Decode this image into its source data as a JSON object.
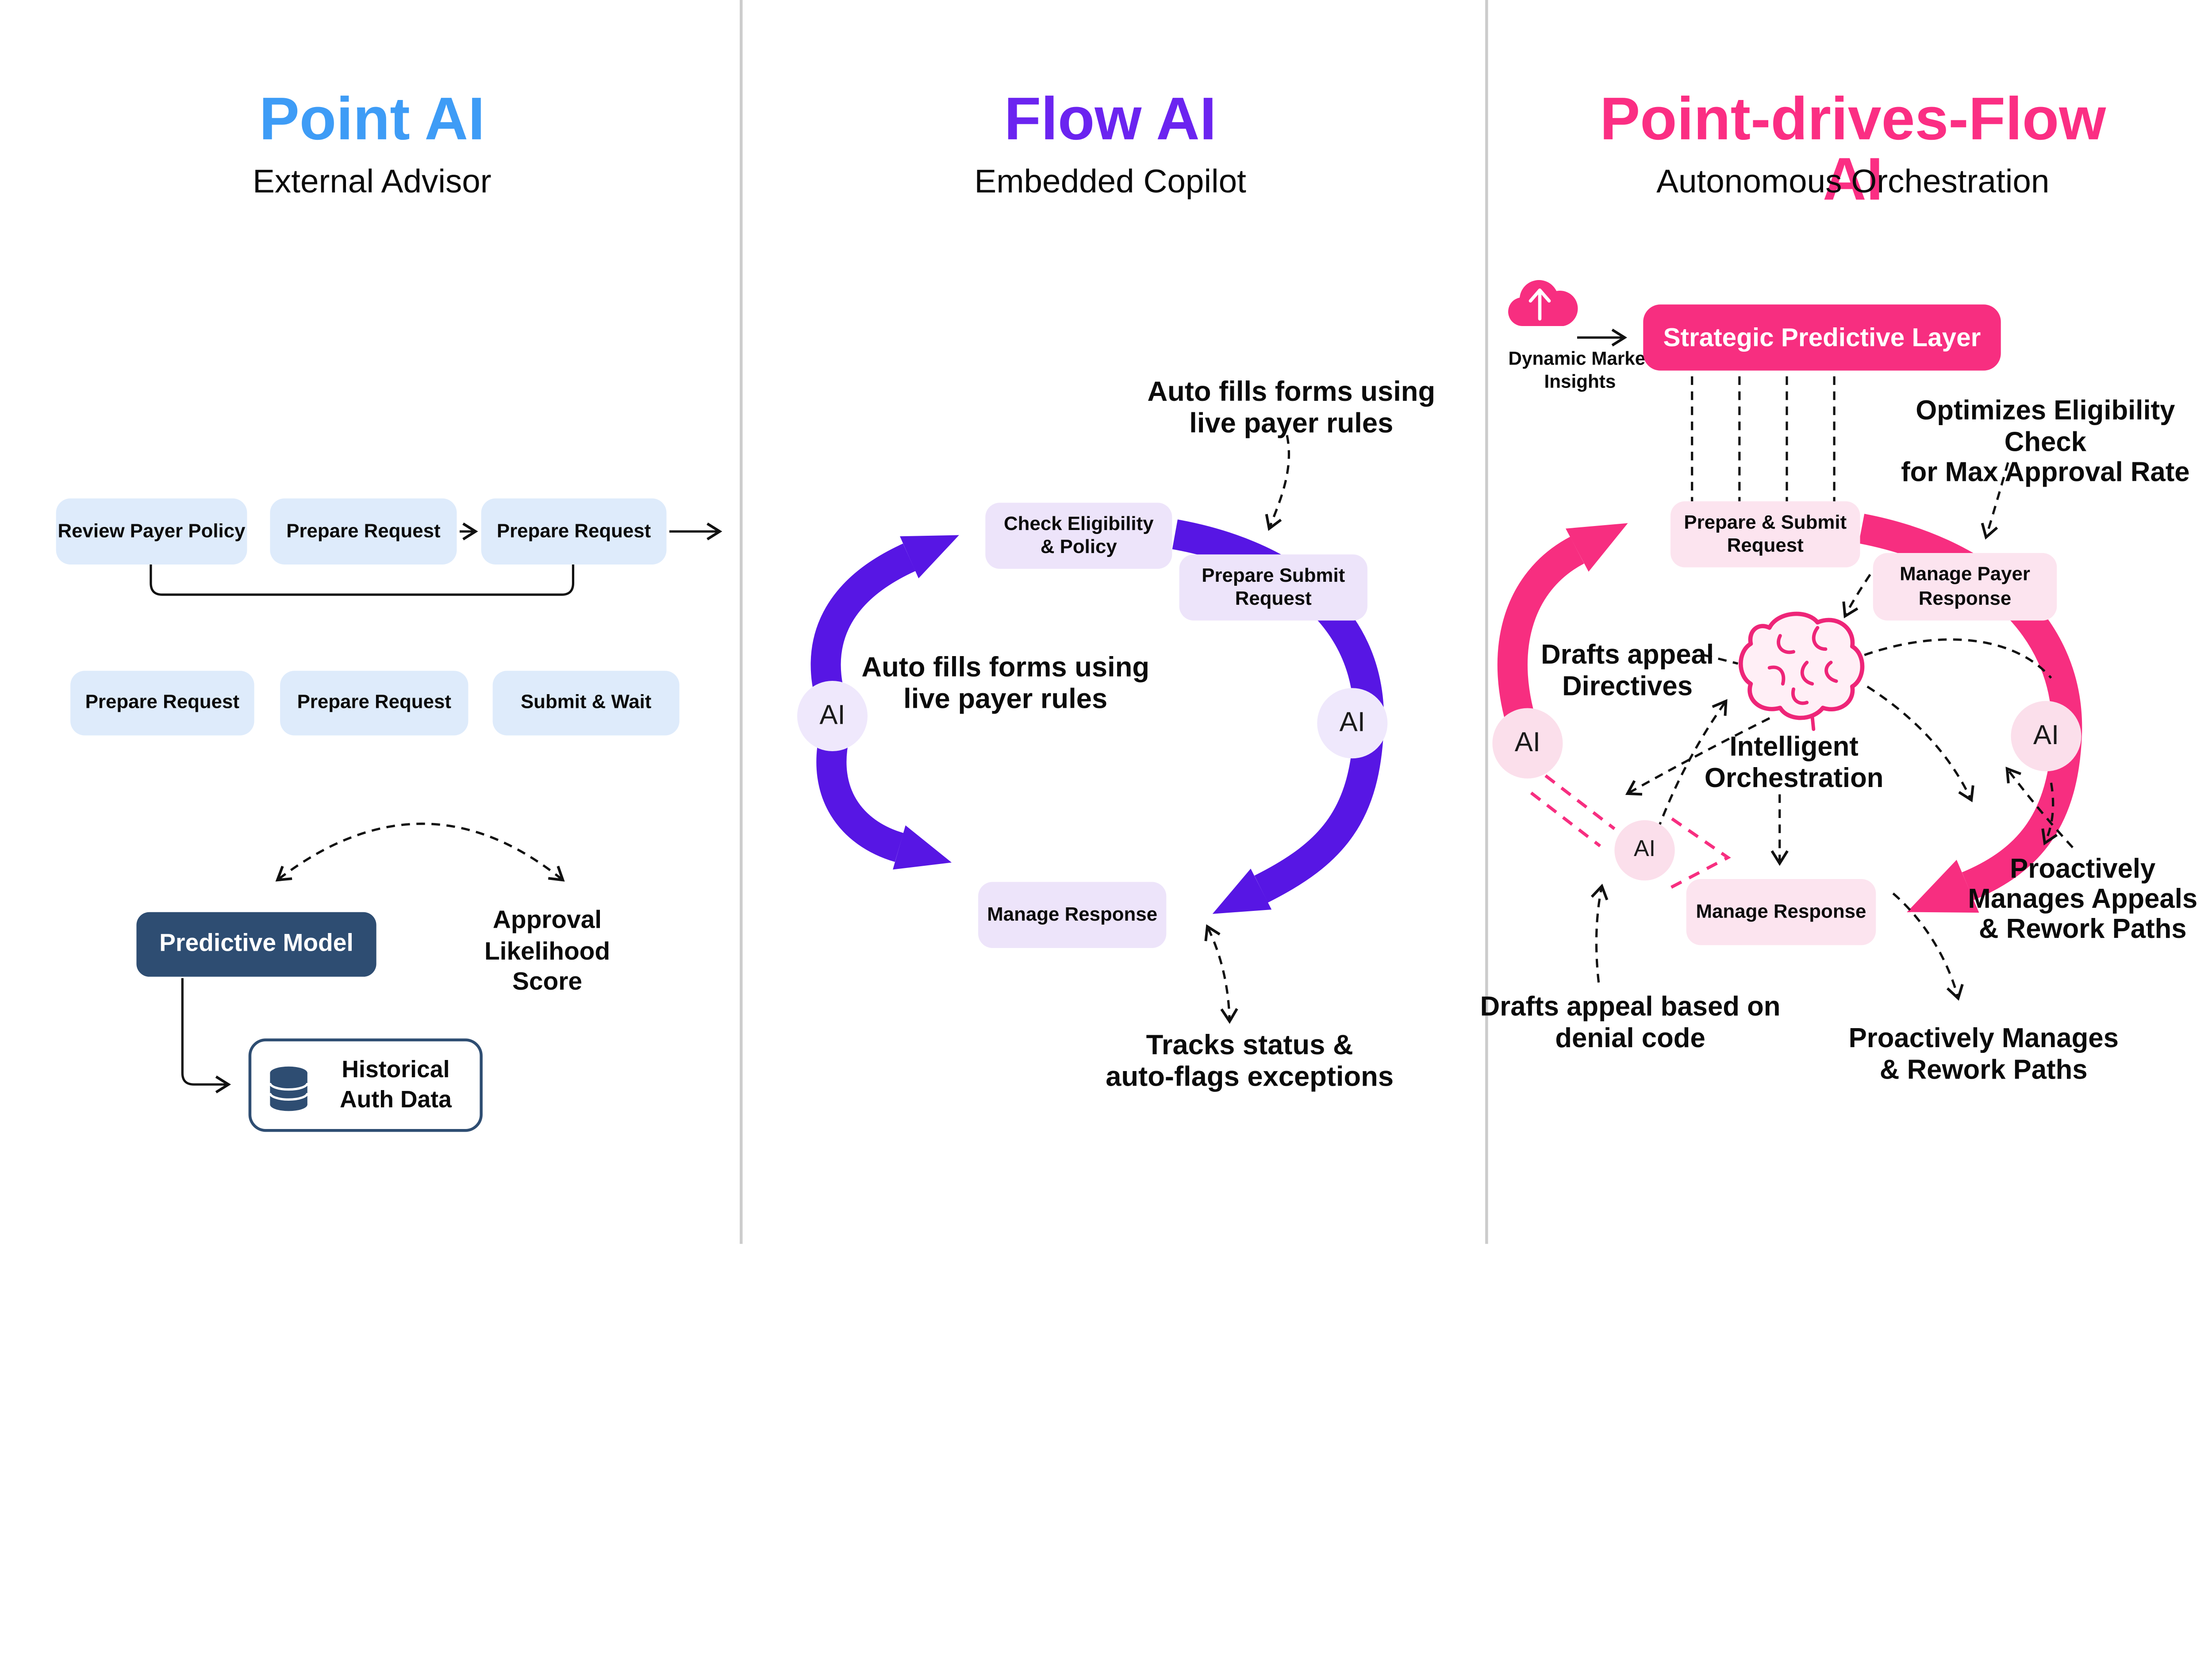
{
  "colors": {
    "blue_title": "#3E9CF6",
    "violet_title": "#6B24F0",
    "violet_arc": "#5716E4",
    "pink": "#F72E80",
    "navy": "#2E4D72",
    "light_blue_box": "#DEEBFB",
    "lavender_box": "#EDE4FA",
    "light_pink_box": "#FCE4EF",
    "black": "#0b0b0b"
  },
  "p1": {
    "title": "Point AI",
    "subtitle": "External Advisor",
    "row1": [
      "Review Payer Policy",
      "Prepare Request",
      "Prepare Request"
    ],
    "row2": [
      "Prepare Request",
      "Prepare Request",
      "Submit & Wait"
    ],
    "model": "Predictive Model",
    "score": "Approval\nLikelihood\nScore",
    "hist": "Historical\nAuth Data"
  },
  "p2": {
    "title": "Flow AI",
    "subtitle": "Embedded Copilot",
    "note_top": "Auto fills forms using\nlive payer rules",
    "center_note": "Auto fills forms using\nlive payer rules",
    "box_check": "Check Eligibility\n& Policy",
    "box_prepare": "Prepare Submit\nRequest",
    "box_manage": "Manage Response",
    "note_bottom": "Tracks status &\nauto-flags exceptions",
    "ai": "AI"
  },
  "p3": {
    "title": "Point-drives-Flow AI",
    "subtitle": "Autonomous Orchestration",
    "cloud_label": "Dynamic Market\nInsights",
    "strategic": "Strategic Predictive Layer",
    "optimizes": "Optimizes Eligibility Check\nfor Max Approval Rate",
    "box_prepare": "Prepare & Submit\nRequest",
    "box_payer": "Manage Payer\nResponse",
    "box_manage": "Manage Response",
    "drafts_directives": "Drafts appeal\nDirectives",
    "intelligent": "Intelligent\nOrchestration",
    "proactive_right": "Proactively\nManages Appeals\n& Rework Paths",
    "drafts_bottom": "Drafts appeal based on\ndenial code",
    "proactive_bottom": "Proactively Manages\n& Rework Paths",
    "ai": "AI"
  }
}
